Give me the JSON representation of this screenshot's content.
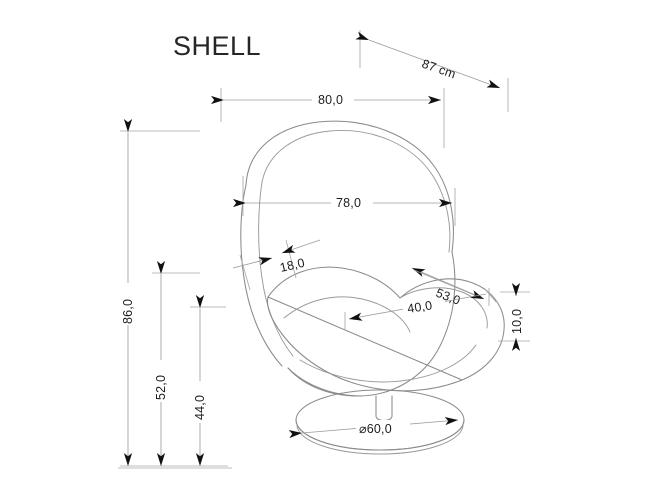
{
  "drawing": {
    "title": "SHELL",
    "product_type": "swivel armchair technical dimension drawing",
    "unit_note": "87 cm",
    "dimensions": {
      "overall_width_top": "80,0",
      "diagonal_depth": "87 cm",
      "shell_width": "78,0",
      "backrest_thickness": "18,0",
      "seat_diagonal": "53,0",
      "seat_depth": "40,0",
      "armrest_height": "10,0",
      "overall_height": "86,0",
      "mid_height": "52,0",
      "seat_height": "44,0",
      "base_diameter": "⌀60,0"
    },
    "labels": {
      "title": "SHELL",
      "d_87": "87 cm",
      "d_80": "80,0",
      "d_78": "78,0",
      "d_18": "18,0",
      "d_53": "53,0",
      "d_40": "40,0",
      "d_10": "10,0",
      "d_86": "86,0",
      "d_52": "52,0",
      "d_44": "44,0",
      "d_60": "⌀60,0"
    },
    "colors": {
      "background": "#ffffff",
      "outline": "#8b8b8b",
      "dimension_line": "#9d9d9d",
      "arrow": "#111111",
      "text": "#1d1d1d",
      "title_text": "#262626"
    }
  }
}
